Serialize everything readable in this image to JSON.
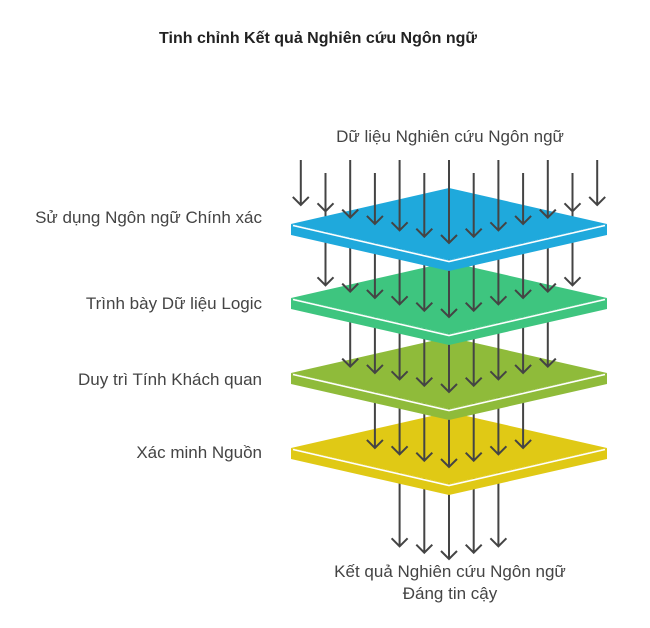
{
  "title": "Tinh chỉnh Kết quả Nghiên cứu Ngôn ngữ",
  "input_label": "Dữ liệu Nghiên cứu Ngôn ngữ",
  "layers": [
    {
      "label": "Sử dụng Ngôn ngữ Chính xác",
      "color": "#1fa9dc"
    },
    {
      "label": "Trình bày Dữ liệu Logic",
      "color": "#3ec57f"
    },
    {
      "label": "Duy trì Tính Khách quan",
      "color": "#8fbb3a"
    },
    {
      "label": "Xác minh Nguồn",
      "color": "#e0c915"
    }
  ],
  "output_label_line1": "Kết quả Nghiên cứu Ngôn ngữ",
  "output_label_line2": "Đáng tin cậy",
  "arrow_color": "#444444"
}
